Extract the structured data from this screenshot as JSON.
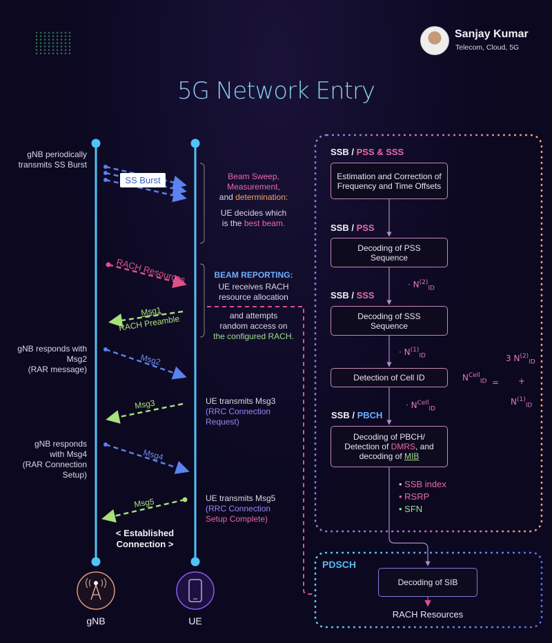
{
  "title": "5G Network Entry",
  "author": {
    "name": "Sanjay Kumar",
    "subtitle": "Telecom, Cloud, 5G"
  },
  "nodes": {
    "gnb": "gNB",
    "ue": "UE"
  },
  "left_notes": {
    "ss_burst": [
      "gNB periodically",
      "transmits SS Burst"
    ],
    "msg2": [
      "gNB responds with",
      "Msg2",
      "(RAR message)"
    ],
    "msg4": [
      "gNB responds",
      "with Msg4",
      "(RAR Connection",
      "Setup)"
    ]
  },
  "right_notes": {
    "beam": {
      "l1": "Beam Sweep,",
      "l2": "Measurement,",
      "l3a": "and ",
      "l3b": "determination:",
      "l4": "UE decides which",
      "l5a": "is the ",
      "l5b": "best beam."
    },
    "report": {
      "head": "BEAM REPORTING:",
      "l1": "UE receives RACH",
      "l2": "resource allocation",
      "l3": "and attempts",
      "l4": "random access on",
      "l5": "the configured RACH."
    },
    "msg3": {
      "l1": "UE transmits Msg3",
      "l2": "(RRC Connection",
      "l3": "Request)"
    },
    "msg5": {
      "l1": "UE transmits Msg5",
      "l2": "(RRC Connection",
      "l3": "Setup Complete)"
    }
  },
  "arrows": {
    "ss_burst": "SS Burst",
    "rach_resources": "RACH Resources",
    "msg1": "Msg1",
    "rach_preamble": "RACH Preamble",
    "msg2": "Msg2",
    "msg3": "Msg3",
    "msg4": "Msg4",
    "msg5": "Msg5"
  },
  "established": [
    "< Established",
    "Connection >"
  ],
  "flow": {
    "sec1": {
      "a": "SSB / ",
      "b": "PSS & SSS"
    },
    "box1": "Estimation and Correction of Frequency and Time Offsets",
    "sec2": {
      "a": "SSB / ",
      "b": "PSS"
    },
    "box2": "Decoding of PSS Sequence",
    "sec3": {
      "a": "SSB / ",
      "b": "SSS"
    },
    "box3": "Decoding of SSS Sequence",
    "box4": "Detection of Cell ID",
    "sec4": {
      "a": "SSB / ",
      "b": "PBCH"
    },
    "box5": {
      "a": "Decoding of PBCH/",
      "b": "Detection of ",
      "c": "DMRS",
      "d": ", and",
      "e": "decoding of ",
      "f": "MIB"
    },
    "bullets": [
      "SSB index",
      "RSRP",
      "SFN"
    ],
    "pdsch": "PDSCH",
    "box6": "Decoding of SIB",
    "rach_resources": "RACH Resources"
  },
  "annotations": {
    "n_id2": {
      "base": "N",
      "sup": "(2)",
      "sub": "ID"
    },
    "n_id1": {
      "base": "N",
      "sup": "(1)",
      "sub": "ID"
    },
    "n_cell": {
      "base": "N",
      "sup": "Cell",
      "sub": "ID"
    },
    "formula": {
      "lhs_base": "N",
      "lhs_sup": "Cell",
      "lhs_sub": "ID",
      "eq": "=",
      "t1": "3 N",
      "t1_sup": "(2)",
      "t1_sub": "ID",
      "plus": "+",
      "t2": "N",
      "t2_sup": "(1)",
      "t2_sub": "ID"
    }
  },
  "colors": {
    "timeline": "#4fc3f7",
    "blue": "#5b82ee",
    "pink": "#e0508a",
    "green": "#a8e07a",
    "orange": "#f3a46b"
  }
}
